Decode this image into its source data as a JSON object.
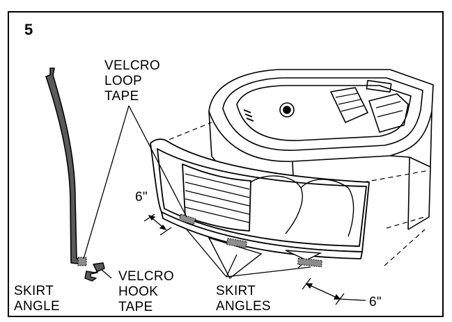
{
  "step_number": "5",
  "labels": {
    "velcro_loop": [
      "VELCRO",
      "LOOP",
      "TAPE"
    ],
    "velcro_hook": [
      "VELCRO",
      "HOOK",
      "TAPE"
    ],
    "skirt_angle": [
      "SKIRT",
      "ANGLE"
    ],
    "skirt_angles": [
      "SKIRT",
      "ANGLES"
    ],
    "dim_top": "6\"",
    "dim_bottom": "6\""
  },
  "colors": {
    "line": "#000000",
    "angle_fill": "#5a5a5a",
    "velcro_fill": "#8c8c8c"
  }
}
